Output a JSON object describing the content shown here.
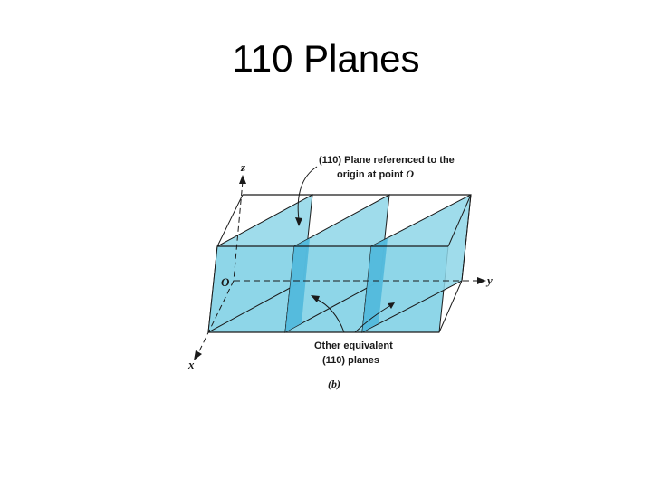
{
  "slide": {
    "title": "110 Planes"
  },
  "figure": {
    "axis_labels": {
      "x": "x",
      "y": "y",
      "z": "z",
      "origin": "O"
    },
    "annotation_top": {
      "line1": "(110) Plane referenced to the",
      "line2_text": "origin at point ",
      "line2_point": "O"
    },
    "annotation_bottom": {
      "line1": "Other equivalent",
      "line2": "(110) planes"
    },
    "caption": "(b)",
    "colors": {
      "plane_fill": "#8ed6e8",
      "plane_fill_dark": "#4fb8dc",
      "edge": "#1a1a1a"
    }
  }
}
